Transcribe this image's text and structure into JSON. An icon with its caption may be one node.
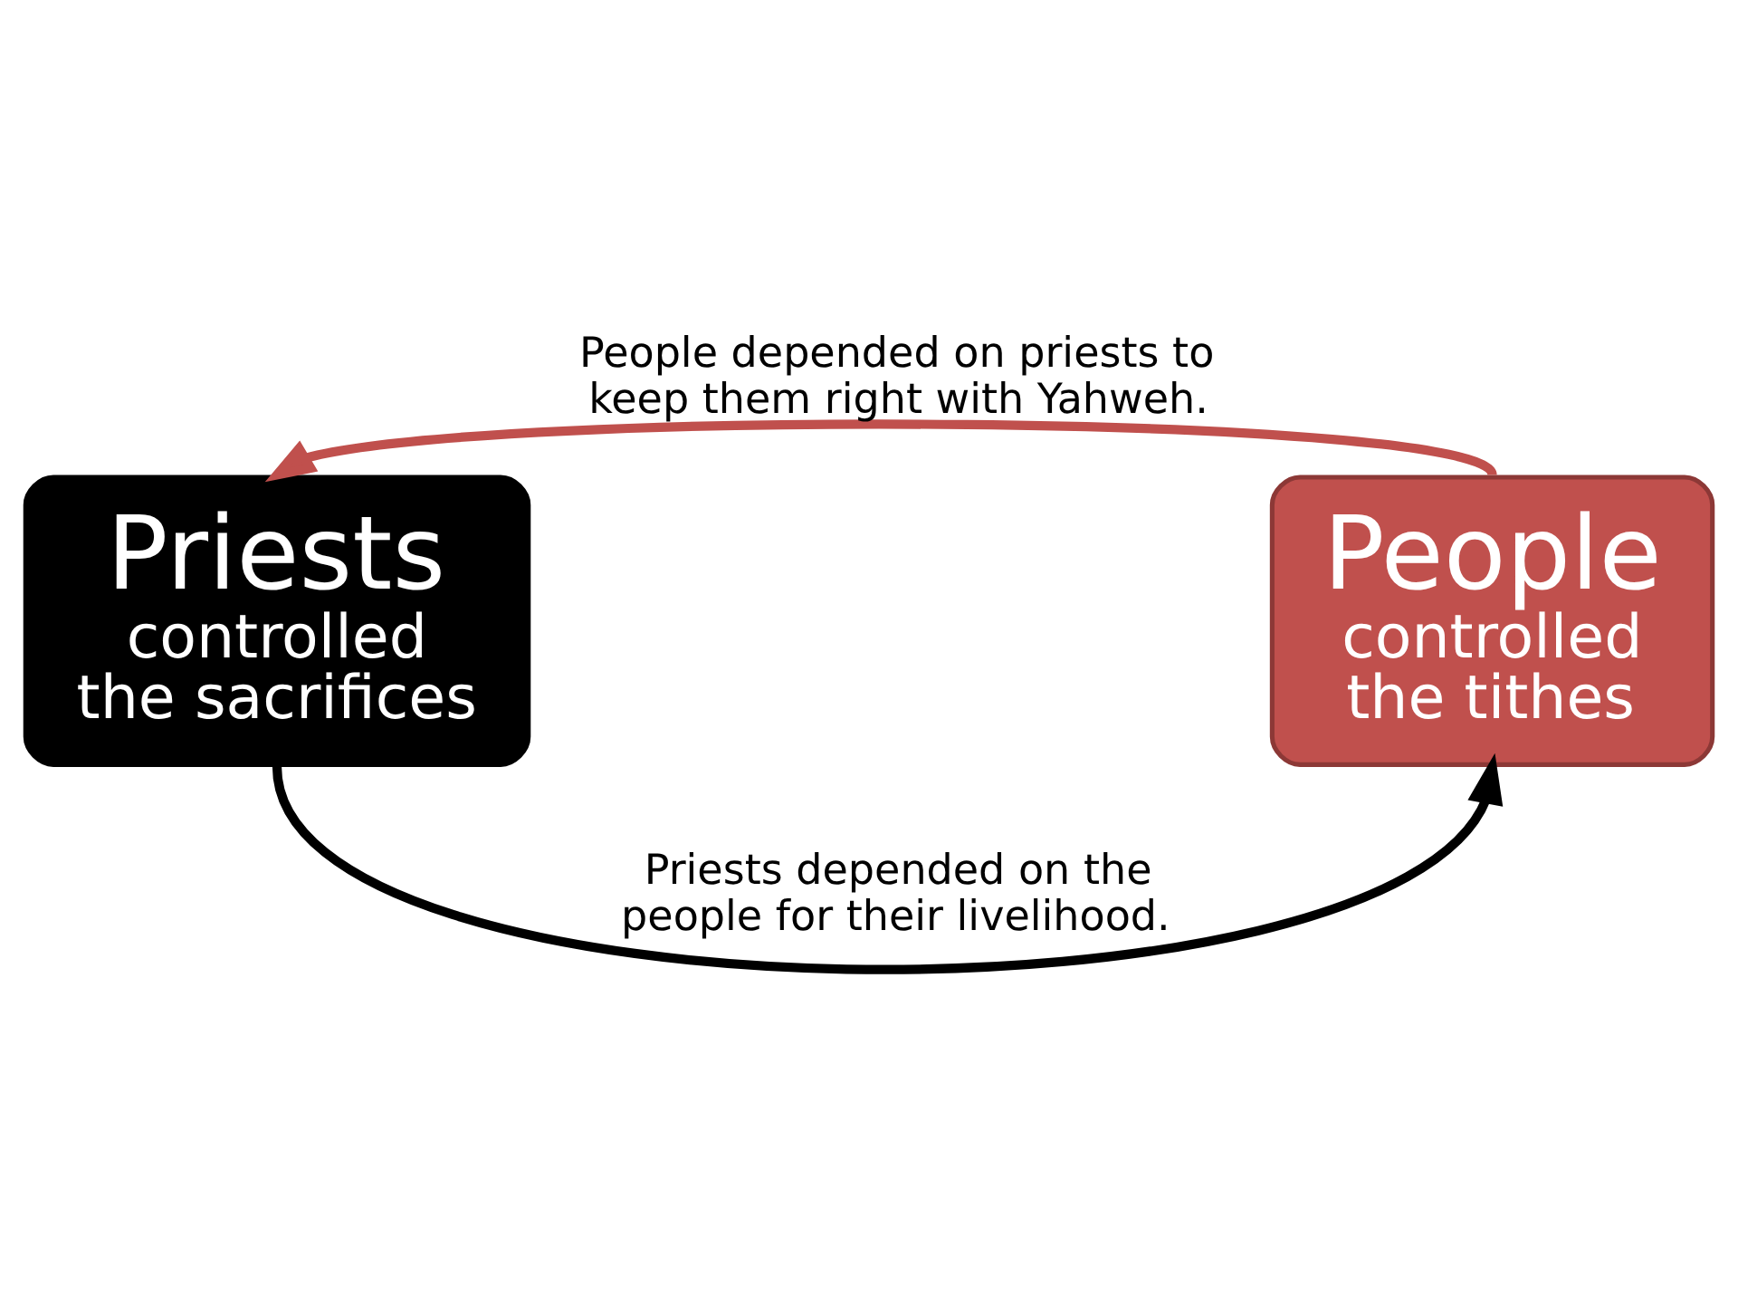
{
  "diagram": {
    "nodes": [
      {
        "text": [
          "Priests",
          "controlled the sacrifices"
        ]
      },
      {
        "text": [
          "People",
          "controlled the tithes"
        ]
      }
    ],
    "edges": [
      {
        "from": 1,
        "to": 0,
        "arrow": "to",
        "label": "People depended on priests to keep them right with Yahweh.",
        "color": "#c0504d"
      },
      {
        "from": 0,
        "to": 1,
        "arrow": "to",
        "label": "Priests depended on the people for their livelihood.",
        "color": "#000000"
      }
    ]
  }
}
